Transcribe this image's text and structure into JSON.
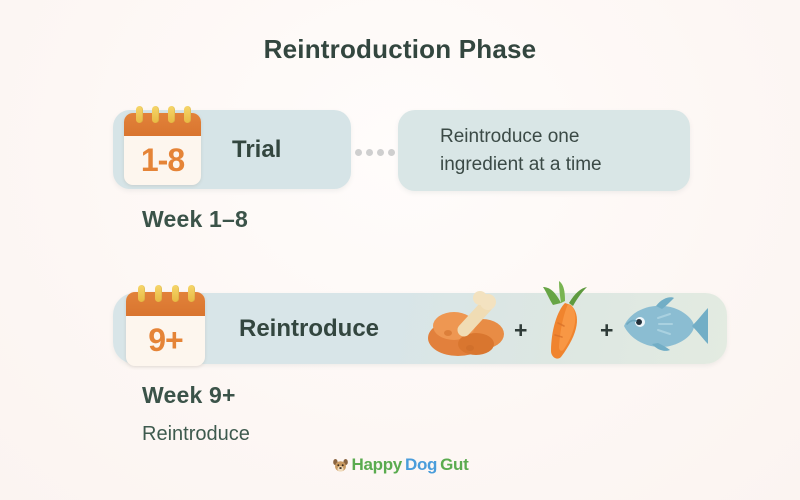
{
  "page": {
    "title": "Reintroduction Phase",
    "background_color": "#fdf8f6"
  },
  "colors": {
    "title_text": "#33463f",
    "card_bg": "#d6e4e7",
    "callout_bg": "#d9e6e6",
    "calendar_header": "#e2823a",
    "calendar_body": "#fdf6ee",
    "calendar_ring": "#f0c95a",
    "calendar_number": "#e58437",
    "connector_dot": "#cfcfcf",
    "caption_text": "#3b5349",
    "logo_green": "#5aab4f",
    "logo_blue": "#4a9ddb"
  },
  "rows": [
    {
      "calendar": {
        "icon": "calendar-icon",
        "number": "1-8",
        "rings": 4
      },
      "label": "Trial",
      "connector": {
        "icon": "dotted-connector",
        "dots": 4
      },
      "callout": "Reintroduce one\ningredient at a time",
      "callout_line1": "Reintroduce one",
      "callout_line2": "ingredient at a time",
      "caption_title": "Week 1–8",
      "caption_sub": ""
    },
    {
      "calendar": {
        "icon": "calendar-icon",
        "number": "9+",
        "rings": 4
      },
      "label": "Reintroduce",
      "foods": [
        {
          "icon": "chicken-drumstick-icon",
          "name": "meat"
        },
        {
          "icon": "carrot-icon",
          "name": "carrot"
        },
        {
          "icon": "fish-icon",
          "name": "fish"
        }
      ],
      "separators": [
        "+",
        "+"
      ],
      "caption_title": "Week 9+",
      "caption_sub": "Reintroduce"
    }
  ],
  "logo": {
    "icon": "dog-face-icon",
    "part1": "Happy",
    "part2": "Dog",
    "part3": "Gut"
  }
}
